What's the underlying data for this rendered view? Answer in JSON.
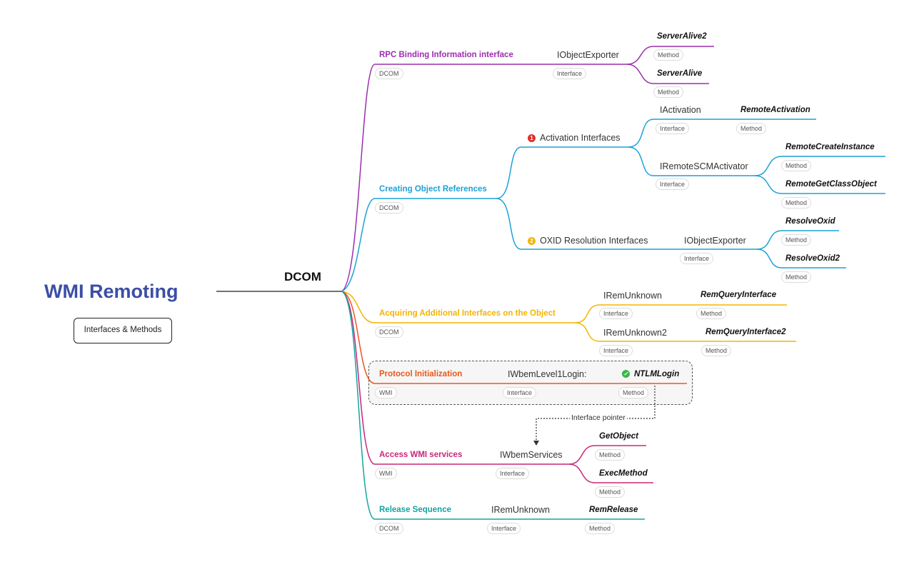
{
  "title": "WMI Remoting",
  "subtitle_badge": "Interfaces & Methods",
  "hub": "DCOM",
  "colors": {
    "purple": "#9c2fae",
    "blue": "#1ea1d9",
    "yellow": "#f5b400",
    "orange": "#e8581c",
    "magenta": "#c7287a",
    "teal": "#12a5a0",
    "title": "#3b4ea6",
    "red_marker": "#e0302a",
    "yellow_marker": "#f5b400",
    "green_check": "#3cb54a"
  },
  "icons": {
    "marker_1": "number-one-icon",
    "marker_2": "number-two-icon",
    "check": "check-circle-icon"
  },
  "branches": {
    "rpc": {
      "label": "RPC Binding Information interface",
      "tag": "DCOM",
      "iface": "IObjectExporter",
      "iface_tag": "Interface",
      "methods": [
        {
          "name": "ServerAlive2",
          "tag": "Method"
        },
        {
          "name": "ServerAlive",
          "tag": "Method"
        }
      ]
    },
    "creating": {
      "label": "Creating Object References",
      "tag": "DCOM",
      "activation": {
        "marker": "1",
        "label": "Activation Interfaces",
        "iactivation": {
          "name": "IActivation",
          "tag": "Interface",
          "method": "RemoteActivation",
          "method_tag": "Method"
        },
        "iremotescm": {
          "name": "IRemoteSCMActivator",
          "tag": "Interface",
          "methods": [
            {
              "name": "RemoteCreateInstance",
              "tag": "Method"
            },
            {
              "name": "RemoteGetClassObject",
              "tag": "Method"
            }
          ]
        }
      },
      "oxid": {
        "marker": "2",
        "label": "OXID Resolution Interfaces",
        "iface": "IObjectExporter",
        "iface_tag": "Interface",
        "methods": [
          {
            "name": "ResolveOxid",
            "tag": "Method"
          },
          {
            "name": "ResolveOxid2",
            "tag": "Method"
          }
        ]
      }
    },
    "acquiring": {
      "label": "Acquiring Additional Interfaces on the Object",
      "tag": "DCOM",
      "items": [
        {
          "iface": "IRemUnknown",
          "iface_tag": "Interface",
          "method": "RemQueryInterface",
          "method_tag": "Method"
        },
        {
          "iface": "IRemUnknown2",
          "iface_tag": "Interface",
          "method": "RemQueryInterface2",
          "method_tag": "Method"
        }
      ]
    },
    "protocol": {
      "label": "Protocol Initialization",
      "tag": "WMI",
      "iface": "IWbemLevel1Login:",
      "iface_tag": "Interface",
      "method": "NTLMLogin",
      "method_tag": "Method",
      "pointer_note": "Interface pointer"
    },
    "access": {
      "label": "Access WMI services",
      "tag": "WMI",
      "iface": "IWbemServices",
      "iface_tag": "Interface",
      "methods": [
        {
          "name": "GetObject",
          "tag": "Method"
        },
        {
          "name": "ExecMethod",
          "tag": "Method"
        }
      ]
    },
    "release": {
      "label": "Release Sequence",
      "tag": "DCOM",
      "iface": "IRemUnknown",
      "iface_tag": "Interface",
      "method": "RemRelease",
      "method_tag": "Method"
    }
  }
}
